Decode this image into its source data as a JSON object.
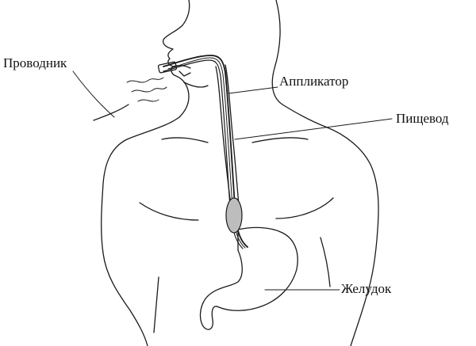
{
  "labels": {
    "guide": "Проводник",
    "applicator": "Аппликатор",
    "esophagus": "Пищевод",
    "stomach": "Желудок"
  },
  "colors": {
    "line": "#1a1a1a",
    "fill_balloon": "#bdbdbd",
    "background": "#ffffff"
  }
}
